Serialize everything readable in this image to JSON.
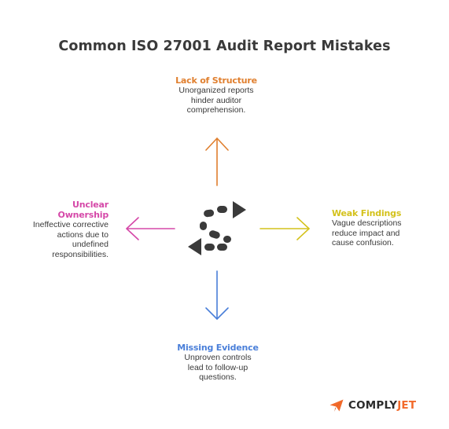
{
  "title": "Common ISO 27001 Audit Report Mistakes",
  "colors": {
    "top": "#e07f2e",
    "left": "#d548a8",
    "right": "#d4c21c",
    "bottom": "#4a7fd9",
    "center_icon": "#3a3a3a",
    "brand_accent": "#f26a2b"
  },
  "center_icon": "s-curve-path-icon",
  "items": {
    "top": {
      "heading": "Lack of Structure",
      "description": "Unorganized reports\nhinder auditor\ncomprehension."
    },
    "left": {
      "heading": "Unclear\nOwnership",
      "description": "Ineffective corrective\nactions due to\nundefined\nresponsibilities."
    },
    "right": {
      "heading": "Weak Findings",
      "description": "Vague descriptions\nreduce impact and\ncause confusion."
    },
    "bottom": {
      "heading": "Missing Evidence",
      "description": "Unproven controls\nlead to follow-up\nquestions."
    }
  },
  "brand": {
    "name_part1": "COMPLY",
    "name_part2": "JET",
    "icon": "paper-plane-icon"
  }
}
